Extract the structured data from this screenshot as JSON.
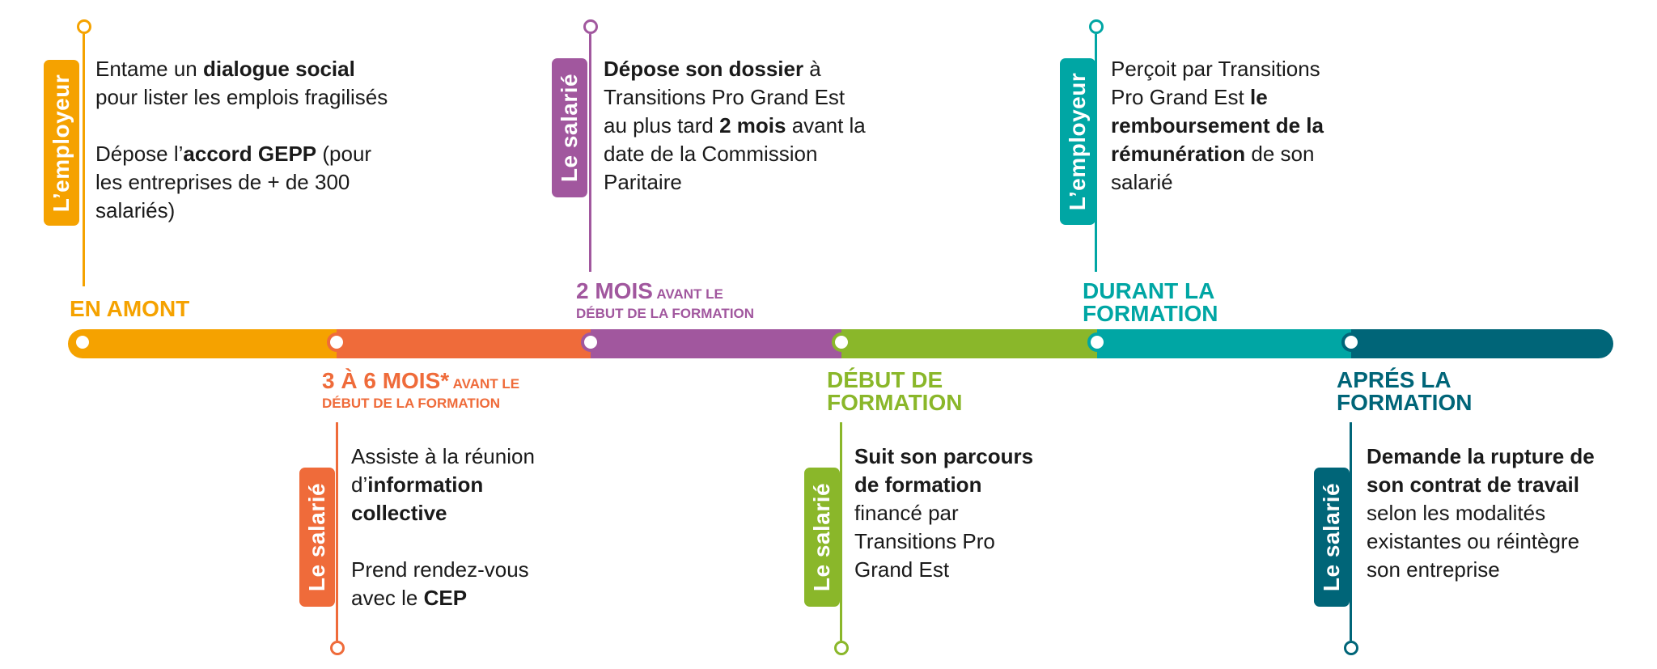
{
  "colors": {
    "orange_yellow": "#f5a200",
    "orange": "#ef6b3a",
    "purple": "#a1579e",
    "green": "#8ab72a",
    "teal": "#00a6a4",
    "petrol": "#006578"
  },
  "stages": {
    "amont": {
      "title": "EN AMONT"
    },
    "three_six": {
      "title": "3 À 6 MOIS*",
      "suffix": "AVANT LE",
      "subtitle": "DÉBUT DE LA FORMATION"
    },
    "two": {
      "title": "2 MOIS",
      "suffix": "AVANT LE",
      "subtitle": "DÉBUT DE LA FORMATION"
    },
    "debut": {
      "line1": "DÉBUT DE",
      "line2": "FORMATION"
    },
    "durant": {
      "line1": "DURANT LA",
      "line2": "FORMATION"
    },
    "apres": {
      "line1": "APRÉS LA",
      "line2": "FORMATION"
    }
  },
  "cards": [
    {
      "tag": "L’employeur",
      "p1": [
        "Entame un ",
        "dialogue social",
        " pour lister les emplois fragilisés"
      ],
      "p2": [
        "Dépose l’",
        "accord GEPP",
        " (pour les entreprises de + de 300 salariés)"
      ]
    },
    {
      "tag": "Le salarié",
      "p1": [
        "Assiste à la réunion d’",
        "information collective",
        ""
      ],
      "p2": [
        "Prend rendez-vous avec le ",
        "CEP",
        ""
      ]
    },
    {
      "tag": "Le salarié",
      "p1": [
        "",
        "Dépose son dossier",
        " à Transitions Pro Grand Est au plus tard "
      ],
      "p1b": [
        "2 mois",
        " avant la date de la Commission Paritaire"
      ]
    },
    {
      "tag": "Le salarié",
      "p1": [
        "",
        "Suit son parcours de formation",
        " financé par Transitions Pro Grand Est"
      ]
    },
    {
      "tag": "L’employeur",
      "p1": [
        "Perçoit par Transitions Pro Grand Est ",
        "le remboursement de la rémunération",
        " de son salarié"
      ]
    },
    {
      "tag": "Le salarié",
      "p1": [
        "",
        "Demande la rupture de son contrat de travail",
        " selon les modalités existantes ou réintègre son entreprise"
      ]
    }
  ]
}
